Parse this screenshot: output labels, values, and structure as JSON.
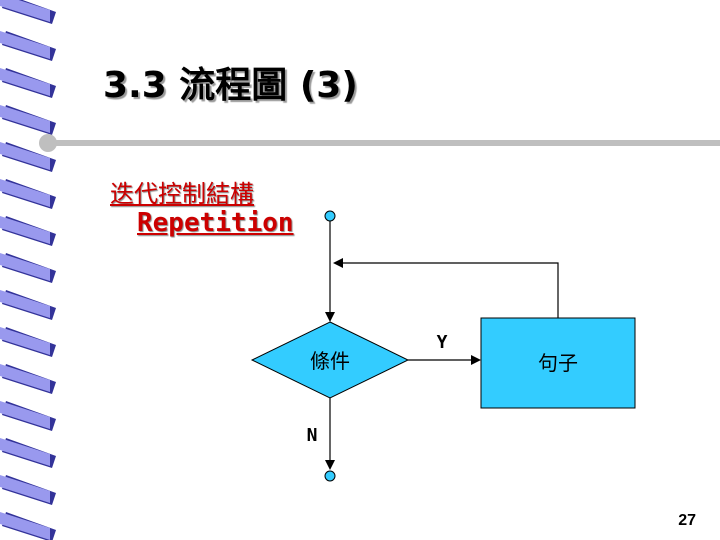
{
  "title": "3.3 流程圖 (3)",
  "subtitle_cn": "迭代控制結構",
  "subtitle_en": "Repetition",
  "diagram": {
    "condition_label": "條件",
    "statement_label": "句子",
    "yes_label": "Y",
    "no_label": "N"
  },
  "page_number": "27",
  "colors": {
    "shape_fill": "#33ccff",
    "title_rule": "#bfbfbf",
    "subtitle_text": "#cc0000",
    "spiral_front": "#9999ee",
    "spiral_shadow": "#333399"
  }
}
